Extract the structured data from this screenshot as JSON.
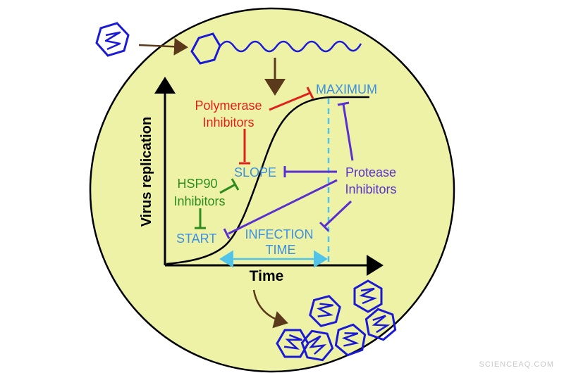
{
  "labels": {
    "maximum": "MAXIMUM",
    "polymerase_line1": "Polymerase",
    "polymerase_line2": "Inhibitors",
    "slope": "SLOPE",
    "protease_line1": "Protease",
    "protease_line2": "Inhibitors",
    "hsp90_line1": "HSP90",
    "hsp90_line2": "Inhibitors",
    "start": "START",
    "infection_line1": "INFECTION",
    "infection_line2": "TIME",
    "y_axis": "Virus replication",
    "x_axis": "Time"
  },
  "watermark": "SCIENCEAQ.COM",
  "colors": {
    "background_circle": "#eef2a6",
    "outline": "#000000",
    "virus_blue": "#1a1ad6",
    "label_blue": "#3b8fe0",
    "polymerase_red": "#e0201c",
    "protease_purple": "#5a2fd0",
    "hsp90_green": "#2e8b1e",
    "dashed_cyan": "#4fc3e8",
    "arrow_brown": "#5a3a1a"
  },
  "icons": [
    "virus-particle-icon",
    "uncoated-virus-rna-icon",
    "progeny-virus-icon"
  ]
}
